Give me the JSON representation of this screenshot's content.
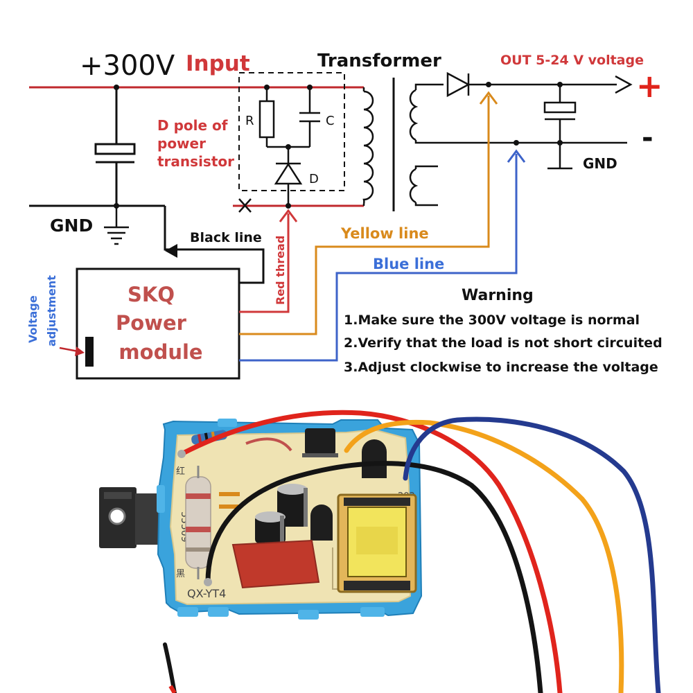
{
  "colors": {
    "red": "#c0282d",
    "black": "#111111",
    "orange": "#d98a1c",
    "blue": "#3d63c9",
    "label_red": "#d0383a",
    "label_blue": "#3b6fd8",
    "module_text": "#c0504d",
    "board_blue": "#3aa3dc",
    "pcb": "#efe3b3",
    "wire_red": "#e0241c",
    "wire_orange": "#f3a21a",
    "wire_blue": "#243a8f",
    "wire_black": "#141414"
  },
  "schematic": {
    "input_voltage": "+300V",
    "input_label": "Input",
    "transformer_label": "Transformer",
    "output_label": "OUT  5-24 V voltage",
    "plus_sign": "+",
    "minus_sign": "-",
    "gnd_left": "GND",
    "gnd_right": "GND",
    "d_pole_lines": [
      "D pole of",
      "power",
      "transistor"
    ],
    "r_label": "R",
    "c_label": "C",
    "d_label": "D",
    "black_line": "Black line",
    "red_thread": "Red thread",
    "yellow_line": "Yellow line",
    "blue_line": "Blue line",
    "voltage_adjustment_lines": [
      "Voltage",
      "adjustment"
    ],
    "module_lines": [
      "SKQ",
      "Power",
      "module"
    ]
  },
  "warning": {
    "title": "Warning",
    "items": [
      "1.Make sure the 300V voltage is normal",
      "2.Verify that the load is not short circuited",
      "3.Adjust clockwise to increase the voltage"
    ]
  },
  "board": {
    "silkscreen_model": "QX-YT4",
    "silkscreen_part": "55509",
    "silkscreen_num": "202",
    "silkscreen_red_char": "红",
    "silkscreen_black_char": "黑"
  }
}
